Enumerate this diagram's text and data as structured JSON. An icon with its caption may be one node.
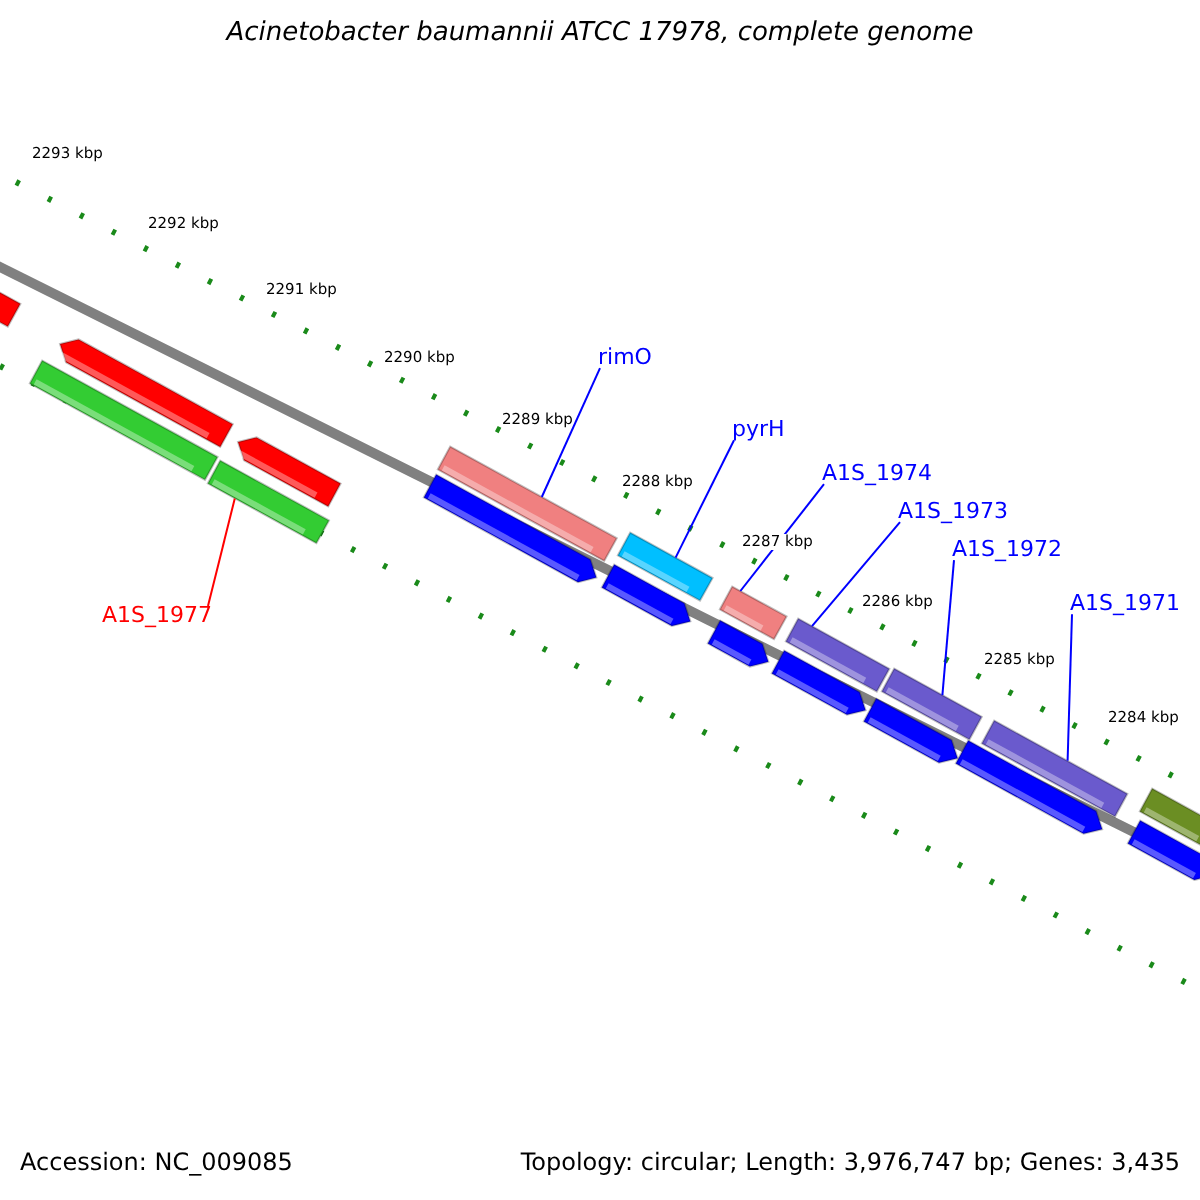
{
  "diagram": {
    "title": "Acinetobacter baumannii ATCC 17978, complete genome",
    "nodes": [
      {
        "text": [
          "rimO"
        ]
      },
      {
        "text": [
          "pyrH"
        ]
      },
      {
        "text": [
          "A1S_1974"
        ]
      },
      {
        "text": [
          "A1S_1973"
        ]
      },
      {
        "text": [
          "A1S_1972"
        ]
      },
      {
        "text": [
          "A1S_1971"
        ]
      },
      {
        "text": [
          "A1S_1977"
        ]
      },
      {
        "text": [],
        "shape": "bar"
      },
      {
        "text": [],
        "shape": "bar"
      },
      {
        "text": [],
        "shape": "bar"
      },
      {
        "text": [],
        "shape": "bar"
      },
      {
        "text": [],
        "shape": "bar"
      },
      {
        "text": [],
        "shape": "bar"
      },
      {
        "text": [],
        "shape": "bar"
      }
    ],
    "edges": [
      {
        "from": 0,
        "to": 8,
        "arrow": "none"
      },
      {
        "from": 1,
        "to": 9,
        "arrow": "none"
      },
      {
        "from": 2,
        "to": 10,
        "arrow": "none"
      },
      {
        "from": 3,
        "to": 11,
        "arrow": "none"
      },
      {
        "from": 4,
        "to": 12,
        "arrow": "none"
      },
      {
        "from": 5,
        "to": 13,
        "arrow": "none"
      },
      {
        "from": 6,
        "to": 7,
        "arrow": "none",
        "color": "#ff0000"
      }
    ],
    "labels": [
      "2293 kbp",
      "2292 kbp",
      "2291 kbp",
      "2290 kbp",
      "2289 kbp",
      "2288 kbp",
      "2287 kbp",
      "2286 kbp",
      "2285 kbp",
      "2284 kbp",
      "Accession: NC_009085",
      "Topology: circular; Length: 3,976,747 bp; Genes: 3,435"
    ]
  }
}
